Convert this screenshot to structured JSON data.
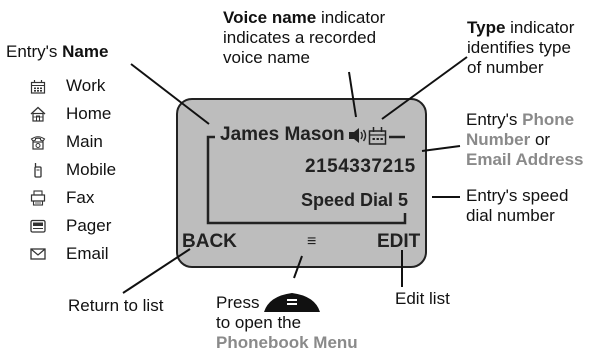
{
  "callouts": {
    "entry_name": {
      "prefix": "Entry's ",
      "bold": "Name"
    },
    "voice_name": {
      "bold": "Voice name",
      "line1_rest": " indicator",
      "line2": "indicates a recorded",
      "line3": "voice name"
    },
    "type": {
      "bold": "Type",
      "line1_rest": " indicator",
      "line2": "identifies type",
      "line3": "of number"
    },
    "phone": {
      "line1_prefix": "Entry's ",
      "line1_gray": "Phone",
      "line2_gray": "Number",
      "line2_rest": " or",
      "line3_gray": "Email Address"
    },
    "speed_dial": {
      "line1": "Entry's speed",
      "line2": "dial number"
    },
    "return": {
      "text": "Return to list"
    },
    "press": {
      "line1": "Press",
      "line2": "to open the",
      "line3_gray": "Phonebook Menu"
    },
    "edit": {
      "text": "Edit list"
    }
  },
  "number_types": [
    {
      "label": "Work",
      "icon": "building-icon"
    },
    {
      "label": "Home",
      "icon": "house-icon"
    },
    {
      "label": "Main",
      "icon": "desk-phone-icon"
    },
    {
      "label": "Mobile",
      "icon": "mobile-phone-icon"
    },
    {
      "label": "Fax",
      "icon": "fax-icon"
    },
    {
      "label": "Pager",
      "icon": "pager-icon"
    },
    {
      "label": "Email",
      "icon": "envelope-icon"
    }
  ],
  "display": {
    "name": "James Mason",
    "number": "2154337215",
    "speed_dial": "Speed Dial 5",
    "left_softkey": "BACK",
    "right_softkey": "EDIT",
    "center_key_glyph": "≡"
  },
  "colors": {
    "screen_bg": "#bdbdbd",
    "accent_gray": "#8a8a8a"
  }
}
